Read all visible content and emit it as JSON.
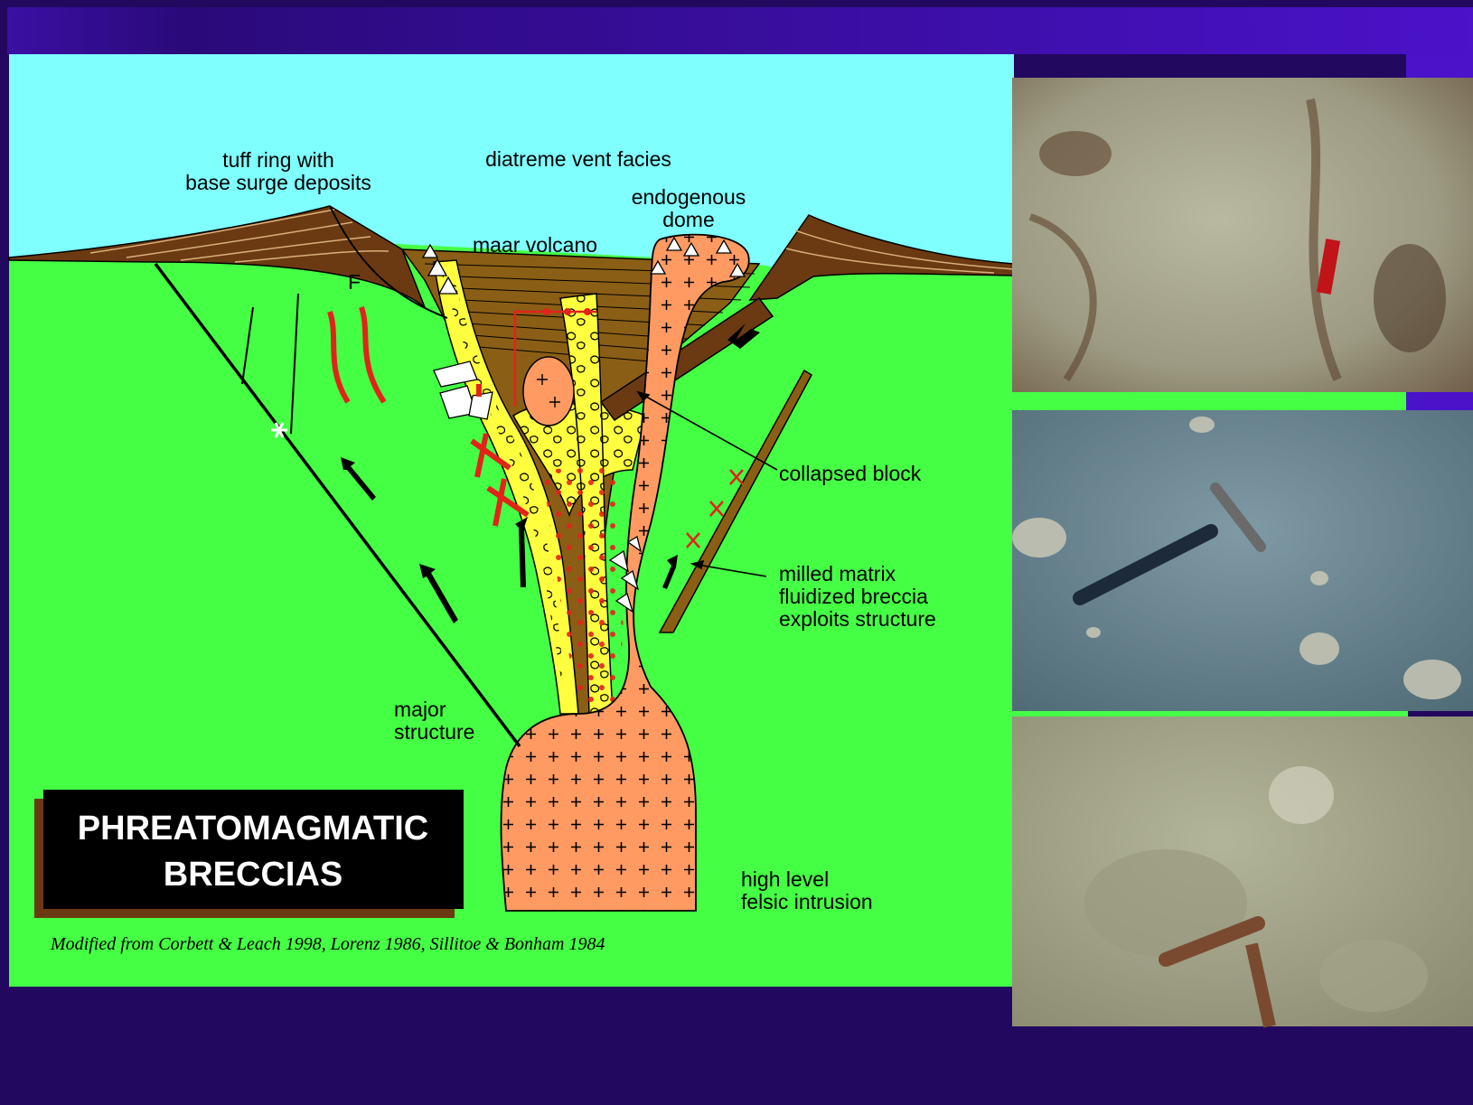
{
  "title": {
    "line1": "PHREATOMAGMATIC",
    "line2": "BRECCIAS"
  },
  "labels": {
    "tuff_ring_1": "tuff ring with",
    "tuff_ring_2": "base surge deposits",
    "diatreme": "diatreme vent facies",
    "endogenous_1": "endogenous",
    "endogenous_2": "dome",
    "maar": "maar volcano",
    "fault": "F",
    "collapsed": "collapsed block",
    "milled_1": "milled matrix",
    "milled_2": "fluidized breccia",
    "milled_3": "exploits structure",
    "major_1": "major",
    "major_2": "structure",
    "intrusion_1": "high level",
    "intrusion_2": "felsic intrusion"
  },
  "citation": "Modified from Corbett & Leach 1998, Lorenz 1986, Sillitoe & Bonham 1984",
  "colors": {
    "background": "#22085f",
    "sky": "#80ffff",
    "ground": "#45ff45",
    "tephra": "#8b5e15",
    "tuff_ring": "#6b3a12",
    "breccia": "#ffff40",
    "intrusion": "#ff9a63",
    "fracture": "#e2231a"
  },
  "photos": [
    "breccia-outcrop-photo-1",
    "breccia-outcrop-photo-2",
    "breccia-outcrop-photo-3"
  ]
}
